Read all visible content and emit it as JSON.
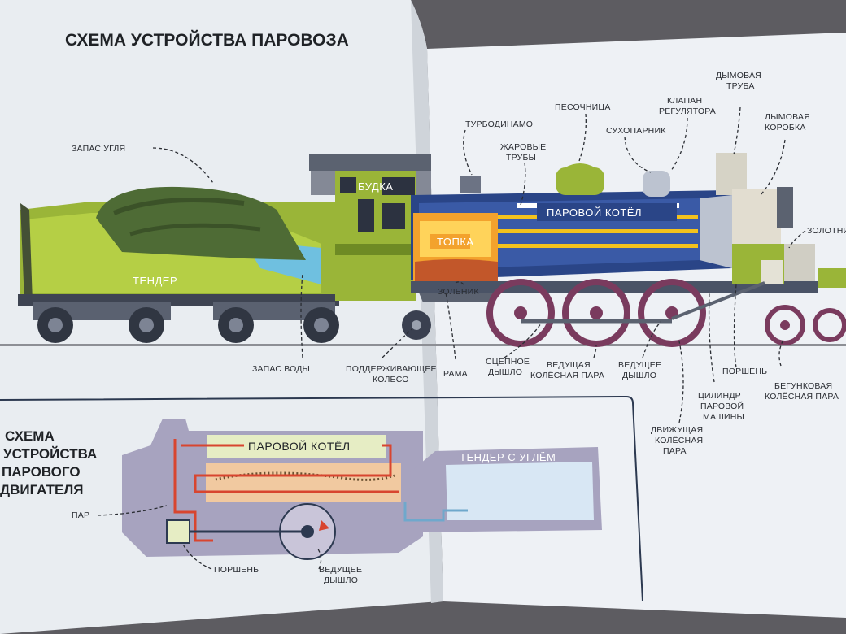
{
  "page_left": {
    "title": "СХЕМА УСТРОЙСТВА ПАРОВОЗА",
    "subtitle_lines": [
      "СХЕМА",
      "УСТРОЙСТВА",
      "ПАРОВОГО",
      "ДВИГАТЕЛЯ"
    ]
  },
  "locomotive": {
    "inner_labels": {
      "tender": "ТЕНДЕР",
      "cab": "БУДКА",
      "firebox": "ТОПКА",
      "boiler": "ПАРОВОЙ КОТЁЛ"
    },
    "callouts": {
      "coal_supply": "ЗАПАС УГЛЯ",
      "turbo": "ТУРБОДИНАМО",
      "flue_tubes": [
        "ЖАРОВЫЕ",
        "ТРУБЫ"
      ],
      "sandbox": "ПЕСОЧНИЦА",
      "regulator": [
        "КЛАПАН",
        "РЕГУЛЯТОРА"
      ],
      "dome": "СУХОПАРНИК",
      "chimney": [
        "ДЫМОВАЯ",
        "ТРУБА"
      ],
      "smokebox": [
        "ДЫМОВАЯ",
        "КОРОБКА"
      ],
      "spool": "ЗОЛОТНИ",
      "ashpan": "ЗОЛЬНИК",
      "water_supply": "ЗАПАС ВОДЫ",
      "trailing_wheel": [
        "ПОДДЕРЖИВАЮЩЕЕ",
        "КОЛЕСО"
      ],
      "frame": "РАМА",
      "coupling_rod": [
        "СЦЕПНОЕ",
        "ДЫШЛО"
      ],
      "driving_pair": [
        "ВЕДУЩАЯ",
        "КОЛЁСНАЯ ПАРА"
      ],
      "driving_rod": [
        "ВЕДУЩЕЕ",
        "ДЫШЛО"
      ],
      "piston": "ПОРШЕНЬ",
      "bogie": [
        "БЕГУНКОВАЯ",
        "КОЛЁСНАЯ ПАРА"
      ],
      "cylinder": [
        "ЦИЛИНДР",
        "ПАРОВОЙ",
        "МАШИНЫ"
      ],
      "moving_pair": [
        "ДВИЖУЩАЯ",
        "КОЛЁСНАЯ",
        "ПАРА"
      ]
    }
  },
  "engine_scheme": {
    "inner_labels": {
      "boiler": "ПАРОВОЙ КОТЁЛ",
      "tender": "ТЕНДЕР С УГЛЁМ"
    },
    "callouts": {
      "steam": "ПАР",
      "piston": "ПОРШЕНЬ",
      "driving_rod": [
        "ВЕДУЩЕЕ",
        "ДЫШЛО"
      ]
    }
  },
  "colors": {
    "page": "#eef1f4",
    "tender_green": "#8fae2c",
    "coal": "#4d6a33",
    "boiler_blue": "#27407f",
    "firebox_orange": "#f39b2a",
    "wheel_purple": "#7a3b5e",
    "scheme_purple": "#a7a3bf",
    "steam_red": "#d8452f"
  }
}
